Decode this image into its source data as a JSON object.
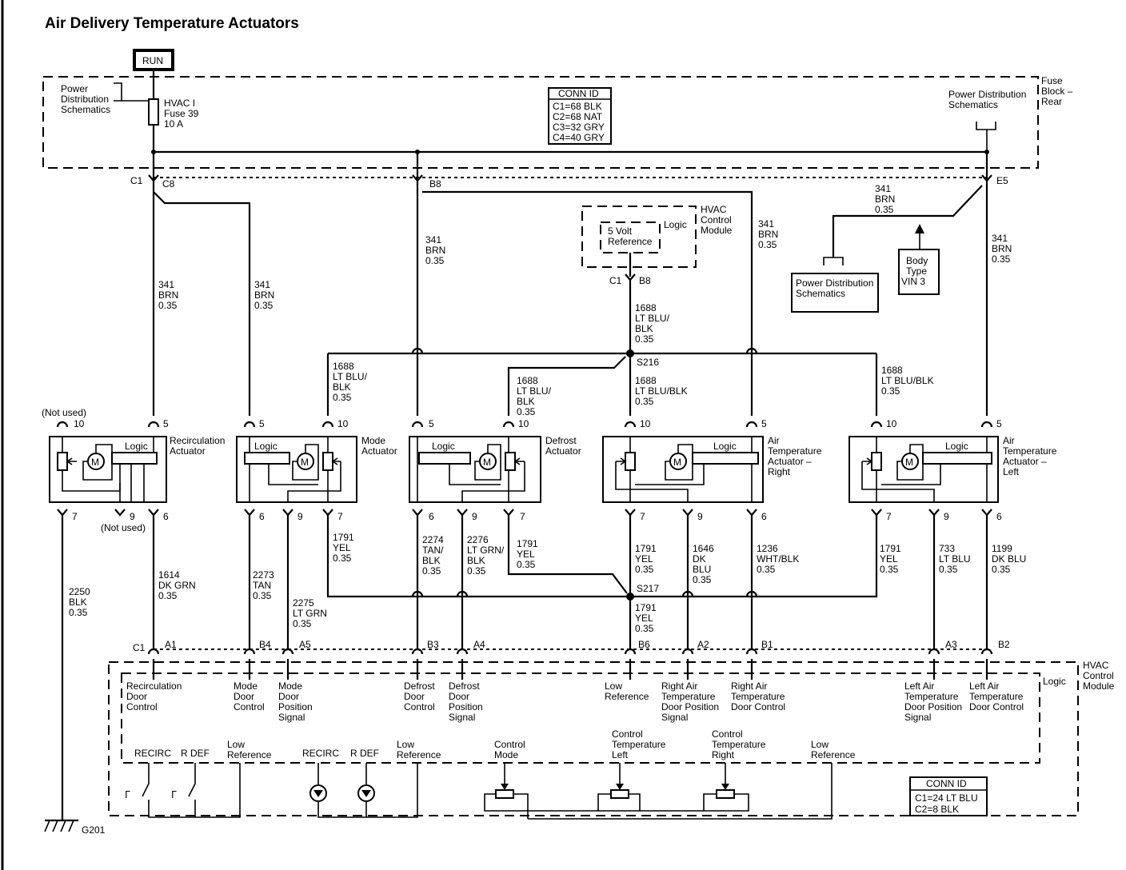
{
  "title": "Air Delivery Temperature  Actuators",
  "run_label": "RUN",
  "fuse_block": {
    "name": "Fuse Block – Rear",
    "left_ref": "Power Distribution Schematics",
    "right_ref": "Power Distribution Schematics",
    "fuse": [
      "HVAC I",
      "Fuse 39",
      "10 A"
    ],
    "conn_id": {
      "title": "CONN ID",
      "lines": [
        "C1=68 BLK",
        "C2=68 NAT",
        "C3=32 GRY",
        "C4=40 GRY"
      ]
    }
  },
  "top_pins": [
    "C1",
    "C8",
    "B8",
    "E5"
  ],
  "control_module_top": {
    "name": "HVAC Control Module",
    "logic": "Logic",
    "ref": "5 Volt Reference",
    "pins": [
      "C1",
      "B8"
    ]
  },
  "misc_refs": {
    "power_dist": "Power Distribution Schematics",
    "body_type": "Body Type VIN 3"
  },
  "splices": [
    "S216",
    "S217"
  ],
  "wires": {
    "brn": [
      "341",
      "BRN",
      "0.35"
    ],
    "ltblublk_a": [
      "1688",
      "LT BLU/",
      "BLK",
      "0.35"
    ],
    "ltblublk_b": [
      "1688",
      "LT BLU/BLK",
      "0.35"
    ],
    "yel": [
      "1791",
      "YEL",
      "0.35"
    ],
    "dkgrn": [
      "1614",
      "DK GRN",
      "0.35"
    ],
    "tan": [
      "2273",
      "TAN",
      "0.35"
    ],
    "ltgrn": [
      "2275",
      "LT GRN",
      "0.35"
    ],
    "tanblk": [
      "2274",
      "TAN/",
      "BLK",
      "0.35"
    ],
    "ltgrnblk": [
      "2276",
      "LT GRN/",
      "BLK",
      "0.35"
    ],
    "dkblu": [
      "1646",
      "DK",
      "BLU",
      "0.35"
    ],
    "whtblk": [
      "1236",
      "WHT/BLK",
      "0.35"
    ],
    "ltblu": [
      "733",
      "LT BLU",
      "0.35"
    ],
    "dkblu2": [
      "1199",
      "DK BLU",
      "0.35"
    ],
    "blk": [
      "2250",
      "BLK",
      "0.35"
    ]
  },
  "actuators": [
    {
      "name": "Recirculation Actuator",
      "pins": [
        "10",
        "5",
        "7",
        "9",
        "6"
      ],
      "not_used": "(Not used)"
    },
    {
      "name": "Mode Actuator",
      "pins": [
        "5",
        "10",
        "6",
        "9",
        "7"
      ]
    },
    {
      "name": "Defrost Actuator",
      "pins": [
        "5",
        "10",
        "6",
        "9",
        "7"
      ]
    },
    {
      "name": "Air Temperature Actuator – Right",
      "pins": [
        "10",
        "5",
        "7",
        "9",
        "6"
      ]
    },
    {
      "name": "Air Temperature Actuator – Left",
      "pins": [
        "10",
        "5",
        "7",
        "9",
        "6"
      ]
    }
  ],
  "logic": "Logic",
  "motor": "M",
  "bottom_pins": [
    "C1",
    "A1",
    "B4",
    "A5",
    "B3",
    "A4",
    "B6",
    "A2",
    "B1",
    "A3",
    "B2"
  ],
  "control_module_bottom": {
    "name": "HVAC Control Module",
    "logic": "Logic",
    "signals": [
      "Recirculation Door Control",
      "Mode Door Control",
      "Mode Door Position Signal",
      "Defrost Door Control",
      "Defrost Door Position Signal",
      "Low Reference",
      "Right Air Temperature Door Position Signal",
      "Right Air Temperature Door Control",
      "Left Air Temperature Door Position Signal",
      "Left Air Temperature Door Control"
    ],
    "switches": [
      "RECIRC",
      "R DEF",
      "Low Reference",
      "RECIRC",
      "R DEF",
      "Low Reference"
    ],
    "controls": [
      "Control Mode",
      "Control Temperature Left",
      "Control Temperature Right",
      "Low Reference"
    ],
    "conn_id": {
      "title": "CONN ID",
      "lines": [
        "C1=24 LT BLU",
        "C2=8 BLK"
      ]
    }
  },
  "ground": "G201"
}
